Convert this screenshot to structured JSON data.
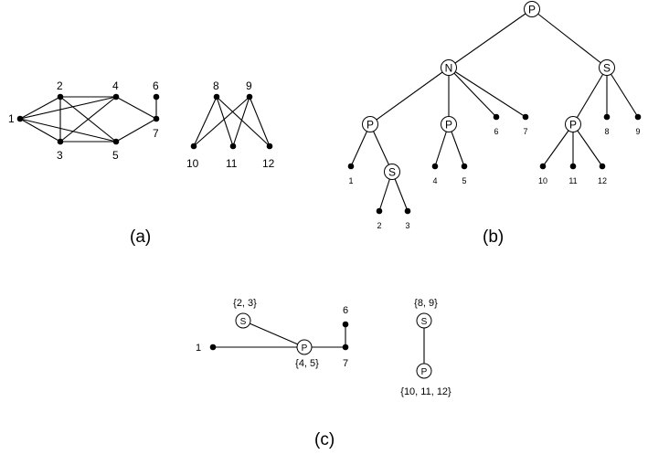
{
  "panel_a": {
    "caption": "(a)",
    "labels": {
      "n1": "1",
      "n2": "2",
      "n3": "3",
      "n4": "4",
      "n5": "5",
      "n6": "6",
      "n7": "7",
      "n8": "8",
      "n9": "9",
      "n10": "10",
      "n11": "11",
      "n12": "12"
    }
  },
  "panel_b": {
    "caption": "(b)",
    "internal": {
      "root": "P",
      "n": "N",
      "s_top": "S",
      "p_left": "P",
      "s_left": "S",
      "p_mid": "P",
      "p_right": "P"
    },
    "leaves": {
      "l1": "1",
      "l2": "2",
      "l3": "3",
      "l4": "4",
      "l5": "5",
      "l6": "6",
      "l7": "7",
      "l8": "8",
      "l9": "9",
      "l10": "10",
      "l11": "11",
      "l12": "12"
    }
  },
  "panel_c": {
    "caption": "(c)",
    "nodes": {
      "s23": "S",
      "p45": "P",
      "s89": "S",
      "p101112": "P"
    },
    "labels": {
      "set23": "{2, 3}",
      "set45": "{4, 5}",
      "set89": "{8, 9}",
      "set101112": "{10, 11, 12}",
      "n1": "1",
      "n6": "6",
      "n7": "7"
    }
  }
}
